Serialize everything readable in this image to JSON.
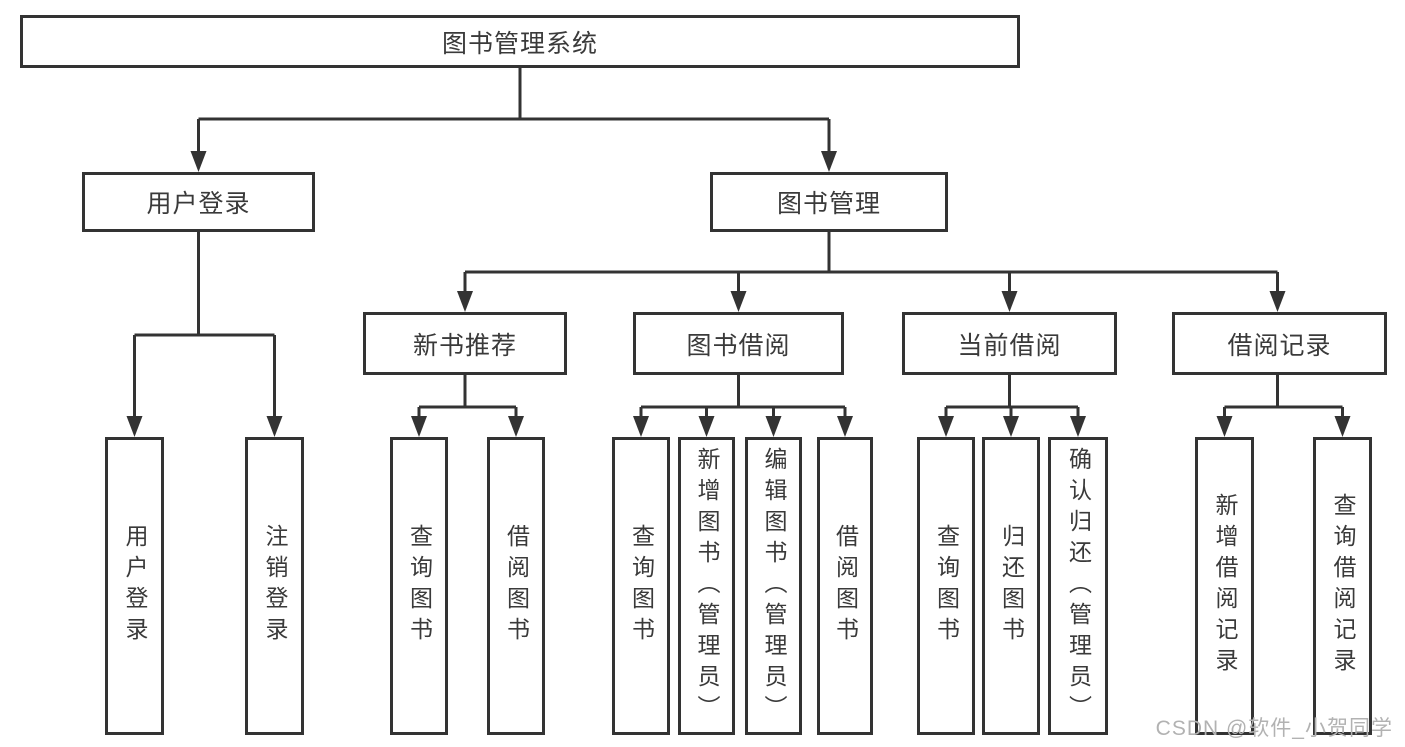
{
  "diagram": {
    "title_node": "图书管理系统",
    "level2": {
      "user_login": "用户登录",
      "book_management": "图书管理"
    },
    "level3": {
      "new_book_recommend": "新书推荐",
      "book_borrowing": "图书借阅",
      "current_borrowing": "当前借阅",
      "borrowing_records": "借阅记录"
    }
  },
  "leaves": [
    {
      "id": "user-login",
      "parent": "用户登录",
      "label": "用户登录"
    },
    {
      "id": "logout",
      "parent": "用户登录",
      "label": "注销登录"
    },
    {
      "id": "query-books-1",
      "parent": "新书推荐",
      "label": "查询图书"
    },
    {
      "id": "borrow-books-1",
      "parent": "新书推荐",
      "label": "借阅图书"
    },
    {
      "id": "query-books-2",
      "parent": "图书借阅",
      "label": "查询图书"
    },
    {
      "id": "add-books-admin",
      "parent": "图书借阅",
      "label": "新增图书（管理员）"
    },
    {
      "id": "edit-books-admin",
      "parent": "图书借阅",
      "label": "编辑图书（管理员）"
    },
    {
      "id": "borrow-books-2",
      "parent": "图书借阅",
      "label": "借阅图书"
    },
    {
      "id": "query-books-3",
      "parent": "当前借阅",
      "label": "查询图书"
    },
    {
      "id": "return-books",
      "parent": "当前借阅",
      "label": "归还图书"
    },
    {
      "id": "confirm-return-admin",
      "parent": "当前借阅",
      "label": "确认归还（管理员）"
    },
    {
      "id": "add-borrow-record",
      "parent": "借阅记录",
      "label": "新增借阅记录"
    },
    {
      "id": "query-borrow-record",
      "parent": "借阅记录",
      "label": "查询借阅记录"
    }
  ],
  "watermark": "CSDN @软件_小贺同学",
  "colors": {
    "line": "#333333",
    "box_border": "#333333",
    "text": "#3a3a3a",
    "watermark": "#b2b2b2",
    "background": "#ffffff"
  }
}
